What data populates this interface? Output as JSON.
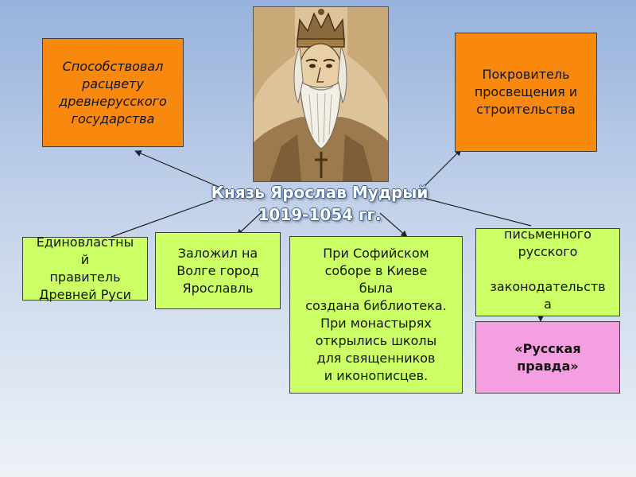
{
  "title": {
    "name": "Князь Ярослав Мудрый",
    "years": "1019-1054 гг."
  },
  "boxes": {
    "top_left": "Способствовал\nрасцвету\nдревнерусского\nгосударства",
    "top_right": "Покровитель\nпросвещения и\nстроительства",
    "bottom1": "Единовластны\nй\n правитель\nДревней Руси",
    "bottom2": "Заложил на\nВолге город\nЯрославль",
    "bottom3": "При Софийском\nсоборе в Киеве\nбыла\nсоздана библиотека.\nПри монастырях\nоткрылись школы\nдля священников\nи иконописцев.",
    "bottom4": "Основатель\nписьменного\nрусского\n\nзаконодательств\nа",
    "bottom5": "«Русская\nправда»"
  },
  "colors": {
    "orange": "#f9880f",
    "green": "#ccff66",
    "pink": "#f39fe0",
    "title_text": "#ffffff",
    "title_outline": "#2f5a9a"
  }
}
